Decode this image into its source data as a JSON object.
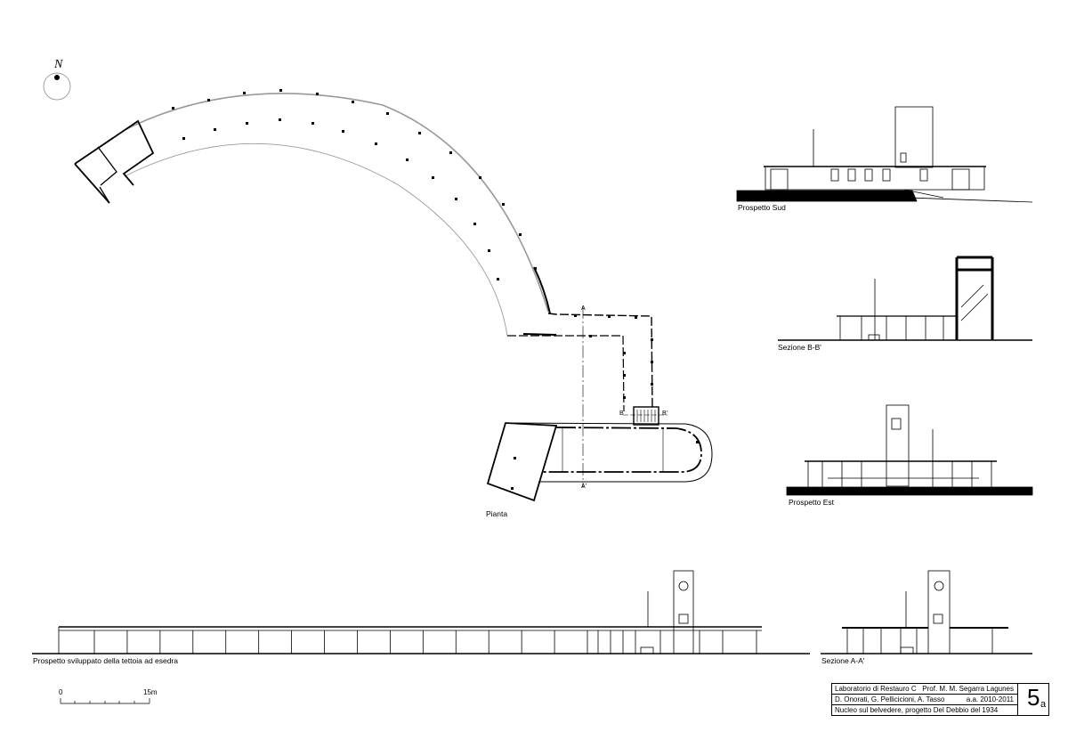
{
  "drawing": {
    "north_label": "N",
    "views": {
      "plan": "Pianta",
      "south": "Prospetto Sud",
      "section_b": "Sezione B-B'",
      "east": "Prospetto Est",
      "canopy": "Prospetto sviluppato della tettoia ad esedra",
      "section_a": "Sezione A-A'"
    },
    "section_marks": {
      "a_top": "A",
      "a_bottom": "A'",
      "b_left": "B",
      "b_right": "B'"
    },
    "scale_bar": {
      "start": "0",
      "end": "15m"
    }
  },
  "title_block": {
    "course": "Laboratorio di Restauro C",
    "professor": "Prof. M. M. Segarra Lagunes",
    "authors": "D. Onorati, G. Pellicicioni, A. Tasso",
    "year": "a.a. 2010-2011",
    "subject": "Nucleo sul belvedere, progetto Del Debbio del 1934",
    "sheet_number": "5",
    "sheet_suffix": "a"
  }
}
